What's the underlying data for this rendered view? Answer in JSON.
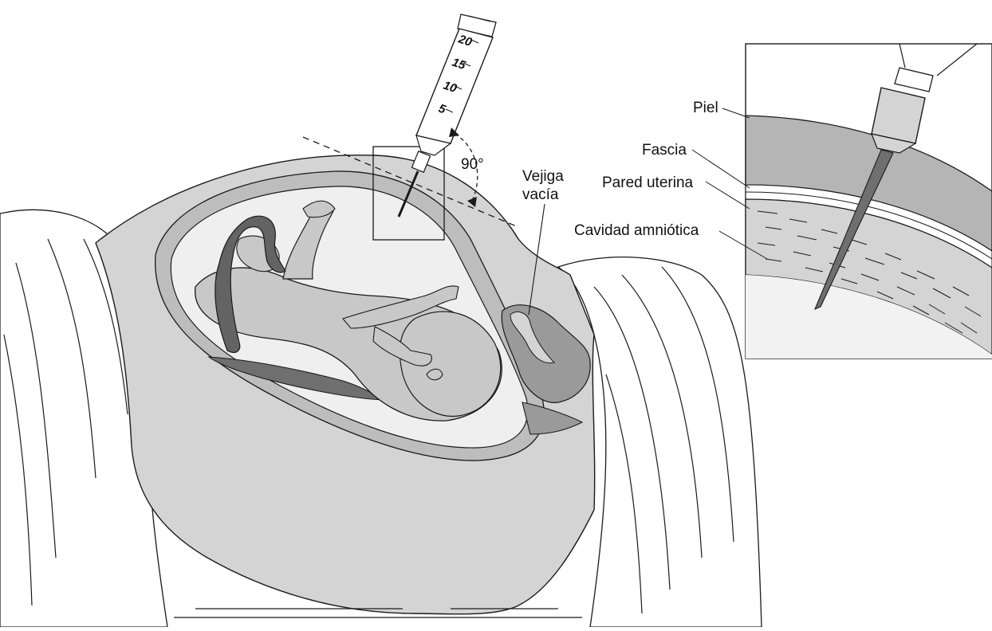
{
  "angle_label": "90°",
  "bladder_label": {
    "line1": "Vejiga",
    "line2": "vacía"
  },
  "syringe_ticks": [
    "20",
    "15",
    "10",
    "5"
  ],
  "inset_labels": {
    "skin": "Piel",
    "fascia": "Fascia",
    "uterine_wall": "Pared uterina",
    "amniotic_cavity": "Cavidad amniótica"
  },
  "colors": {
    "abdomen": "#d4d4d4",
    "skin_layer": "#b5b5b5",
    "amniotic_fluid": "#efefef",
    "fetus": "#c8c8c8",
    "cord": "#636363",
    "placenta": "#6f6f6f",
    "bladder": "#9a9a9a",
    "outline": "#1a1a1a"
  }
}
